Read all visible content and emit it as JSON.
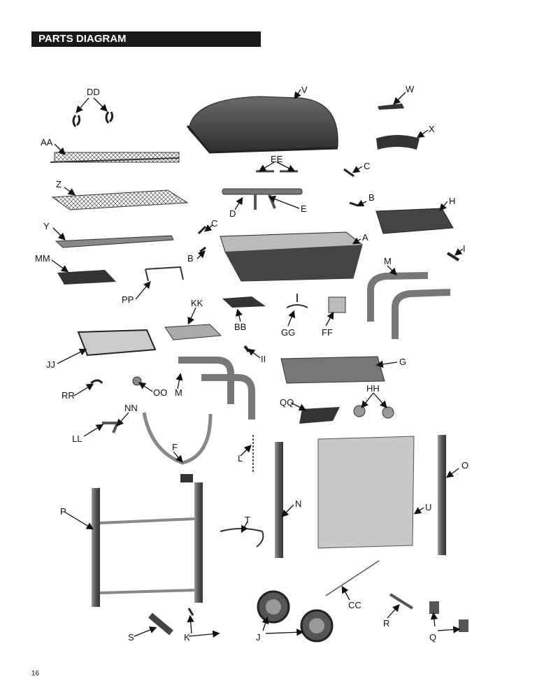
{
  "header": {
    "title": "PARTS DIAGRAM"
  },
  "page_number": "16",
  "labels": {
    "DD": "DD",
    "V": "V",
    "W": "W",
    "X": "X",
    "AA": "AA",
    "EE": "EE",
    "C1": "C",
    "Z": "Z",
    "D": "D",
    "E": "E",
    "B1": "B",
    "H": "H",
    "Y": "Y",
    "C2": "C",
    "A": "A",
    "B2": "B",
    "I": "I",
    "MM": "MM",
    "M1": "M",
    "PP": "PP",
    "KK": "KK",
    "BB": "BB",
    "GG": "GG",
    "FF": "FF",
    "II": "II",
    "JJ": "JJ",
    "G": "G",
    "RR": "RR",
    "OO": "OO",
    "M2": "M",
    "HH": "HH",
    "NN": "NN",
    "QQ": "QQ",
    "LL": "LL",
    "F": "F",
    "L": "L",
    "O": "O",
    "P": "P",
    "N": "N",
    "U": "U",
    "T": "T",
    "CC": "CC",
    "R": "R",
    "S": "S",
    "K": "K",
    "J": "J",
    "Q": "Q"
  },
  "colors": {
    "header_bg": "#1a1a1a",
    "part_dark": "#3a3a3a",
    "part_mid": "#7a7a7a",
    "part_light": "#c8c8c8"
  }
}
